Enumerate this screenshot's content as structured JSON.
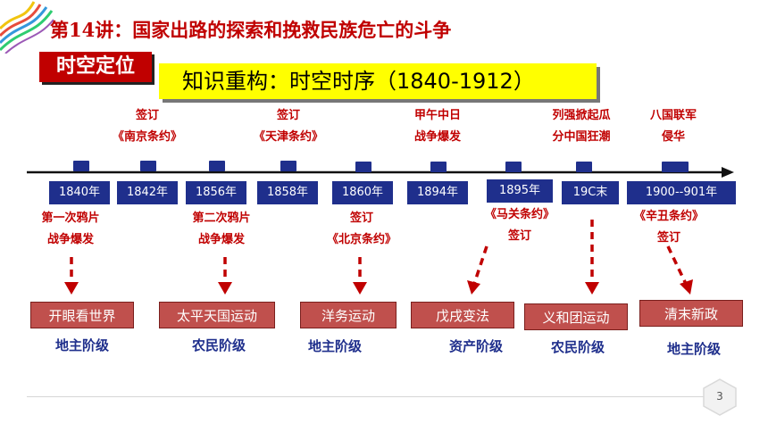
{
  "header": {
    "title": "第14讲：国家出路的探索和挽救民族危亡的斗争",
    "badge": "时空定位",
    "banner": "知识重构：时空时序（1840-1912）"
  },
  "timeline": {
    "upper_annotations": [
      {
        "line1": "签订",
        "line2": "《南京条约》"
      },
      {
        "line1": "签订",
        "line2": "《天津条约》"
      },
      {
        "line1": "甲午中日",
        "line2": "战争爆发"
      },
      {
        "line1": "列强掀起瓜",
        "line2": "分中国狂潮"
      },
      {
        "line1": "八国联军",
        "line2": "侵华"
      }
    ],
    "years": [
      "1840年",
      "1842年",
      "1856年",
      "1858年",
      "1860年",
      "1894年",
      "1895年",
      "19C末",
      "1900--901年"
    ],
    "lower_annotations": [
      {
        "line1": "第一次鸦片",
        "line2": "战争爆发"
      },
      {
        "line1": "第二次鸦片",
        "line2": "战争爆发"
      },
      {
        "line1": "签订",
        "line2": "《北京条约》"
      },
      {
        "line1": "《马关条约》",
        "line2": "签订"
      },
      {
        "line1": "《辛丑条约》",
        "line2": "签订"
      }
    ]
  },
  "events": [
    {
      "label": "开眼看世界",
      "class": "地主阶级"
    },
    {
      "label": "太平天国运动",
      "class": "农民阶级"
    },
    {
      "label": "洋务运动",
      "class": "地主阶级"
    },
    {
      "label": "戊戌变法",
      "class": "资产阶级"
    },
    {
      "label": "义和团运动",
      "class": "农民阶级"
    },
    {
      "label": "清末新政",
      "class": "地主阶级"
    }
  ],
  "footer": {
    "page_number": "3"
  },
  "colors": {
    "accent_red": "#c00000",
    "navy": "#1f2f8c",
    "event_fill": "#c0504d",
    "banner_yellow": "#ffff00"
  }
}
